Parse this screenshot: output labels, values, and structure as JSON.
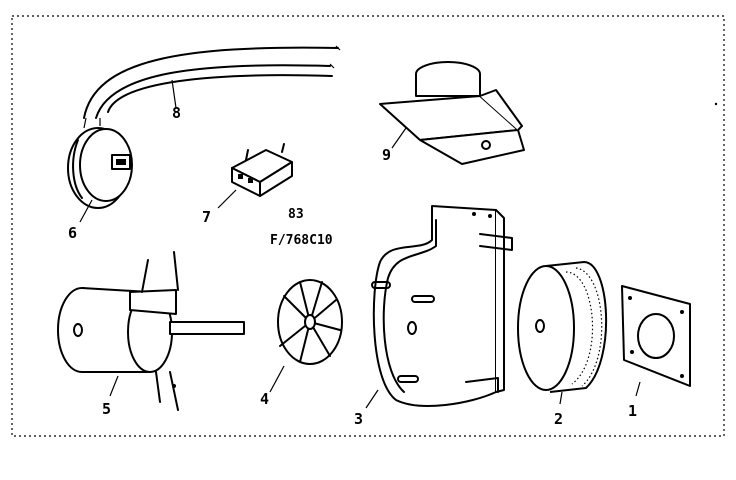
{
  "diagram": {
    "model_code": "83",
    "figure_id": "F/768C10",
    "part_labels": [
      "1",
      "2",
      "3",
      "4",
      "5",
      "6",
      "7",
      "8",
      "9"
    ]
  },
  "colors": {
    "ink": "#000000",
    "paper": "#ffffff"
  }
}
